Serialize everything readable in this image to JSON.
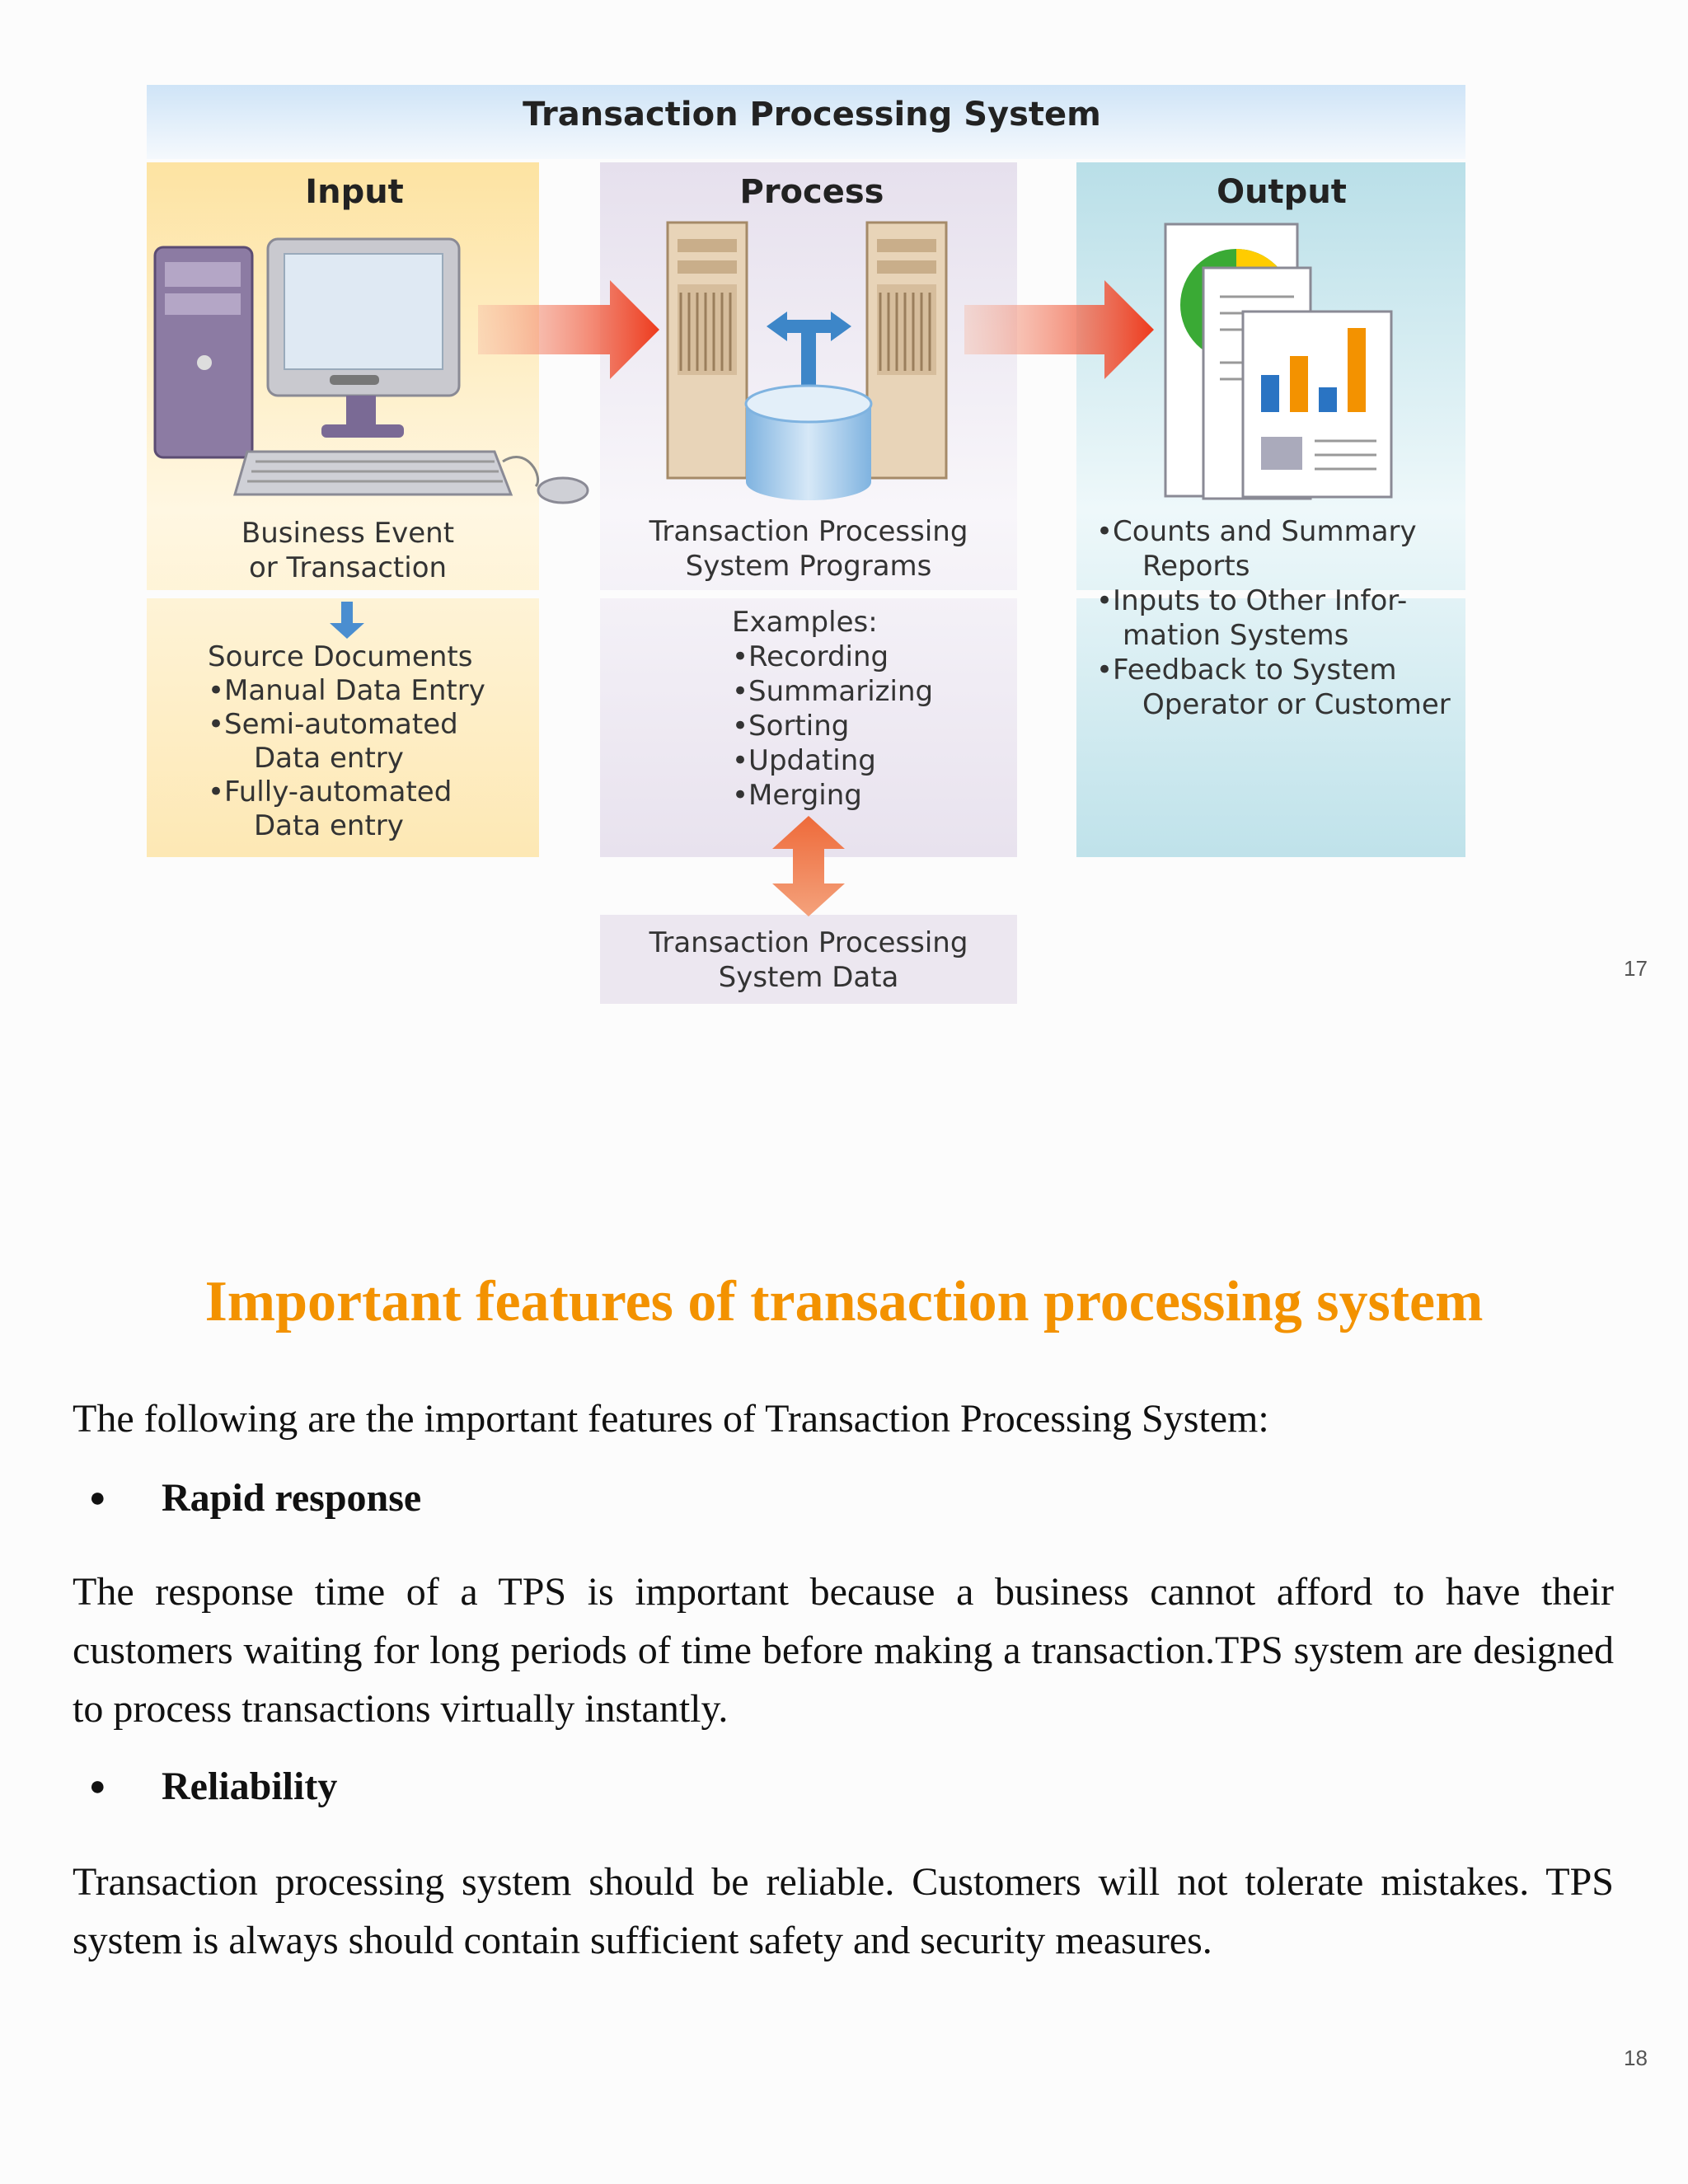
{
  "page_numbers": {
    "first": "17",
    "second": "18"
  },
  "diagram": {
    "title": "Transaction Processing System",
    "columns": {
      "input": "Input",
      "process": "Process",
      "output": "Output"
    },
    "input_caption": [
      "Business Event",
      "or Transaction"
    ],
    "input_sources": [
      "Source Documents",
      "•Manual Data Entry",
      "•Semi-automated",
      "Data entry",
      "•Fully-automated",
      "Data entry"
    ],
    "process_caption": [
      "Transaction Processing",
      "System Programs"
    ],
    "process_examples": [
      "Examples:",
      "•Recording",
      "•Summarizing",
      "•Sorting",
      "•Updating",
      "•Merging"
    ],
    "process_data": [
      "Transaction Processing",
      "System Data"
    ],
    "output_list": [
      "•Counts and Summary",
      "Reports",
      "•Inputs to Other Infor-",
      "mation Systems",
      "•Feedback to System",
      "Operator or Customer"
    ],
    "colors": {
      "input_bg": "#fdebb6",
      "process_bg": "#ece7f0",
      "output_bg": "#cde9ef",
      "arrow": "#f04e23",
      "title_bg": "#dfeefa"
    }
  },
  "article": {
    "heading": "Important features of transaction processing system",
    "intro": "The following are the important features of Transaction Processing System:",
    "features": [
      {
        "title": "Rapid response",
        "body": "The response time of a TPS is important because a business cannot afford to have their customers waiting for long periods of time before making a transaction.TPS system are designed to process transactions virtually instantly."
      },
      {
        "title": "Reliability",
        "body": "Transaction processing system should be reliable. Customers will not tolerate mistakes. TPS system is always should contain sufficient safety and security measures."
      }
    ]
  }
}
